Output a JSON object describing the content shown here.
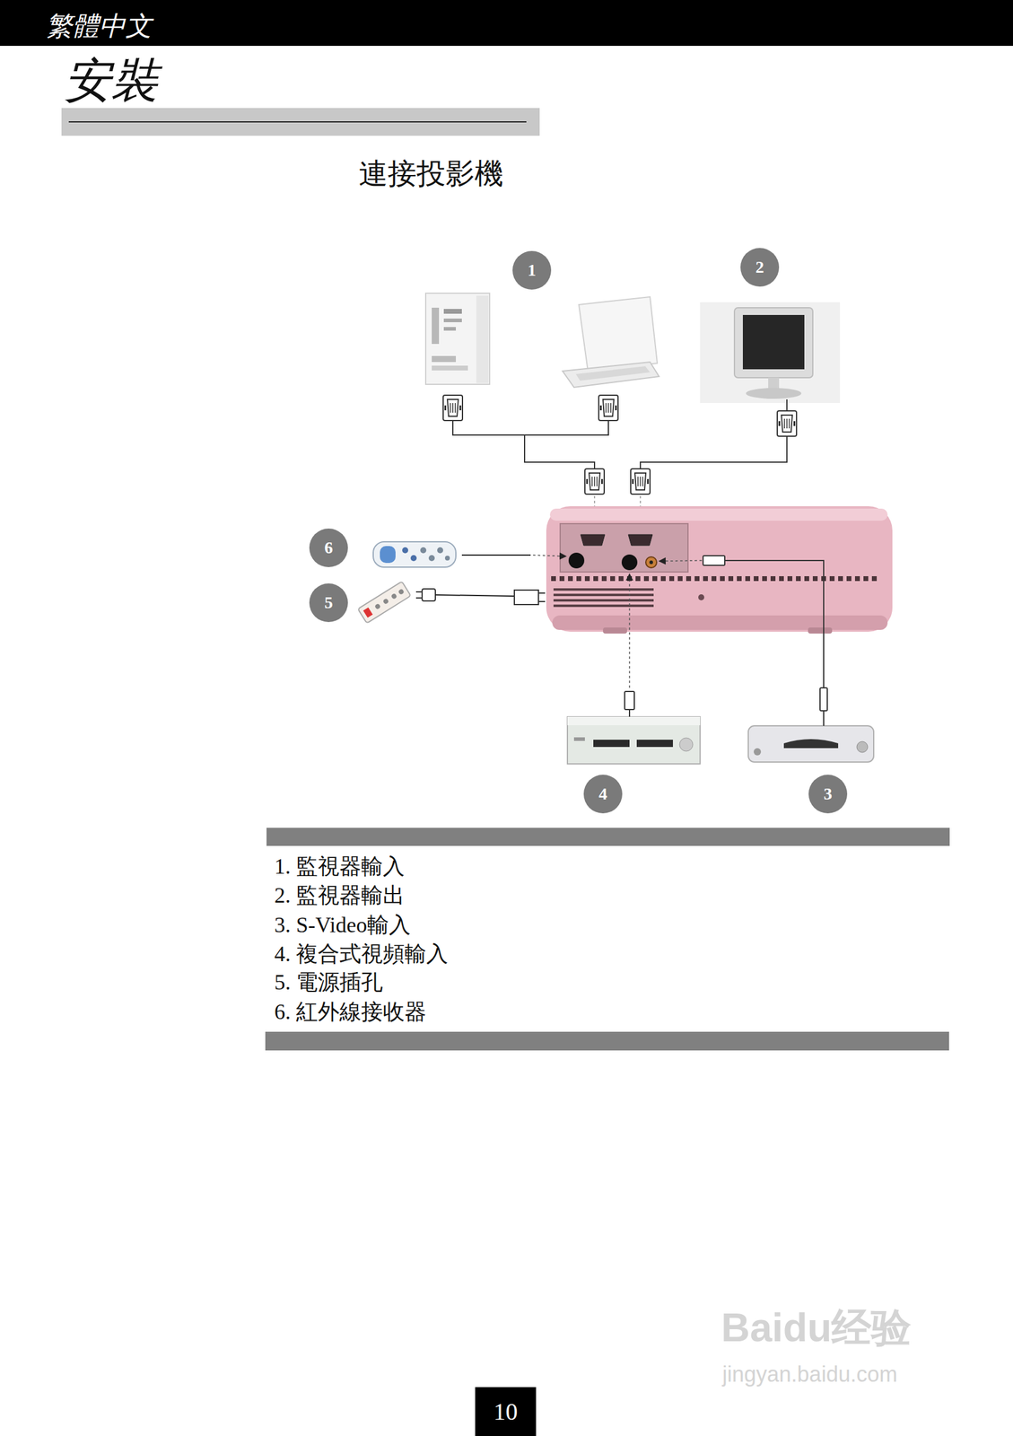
{
  "diagram": {
    "title": "連接投影機",
    "nodes": [
      {
        "text": [
          "繁體中文"
        ]
      },
      {
        "text": [
          "1"
        ]
      },
      {
        "text": [
          "2"
        ]
      },
      {
        "text": [
          "6"
        ]
      },
      {
        "text": [
          "5"
        ]
      },
      {
        "text": [
          "4"
        ]
      },
      {
        "text": [
          "3"
        ]
      },
      {
        "text": [
          "10"
        ]
      }
    ],
    "labels": [
      "安裝",
      "1. 監視器輸入",
      "2. 監視器輸出",
      "3. S-Video輸入",
      "4. 複合式視頻輸入",
      "5. 電源插孔",
      "6. 紅外線接收器",
      "Baidu经验",
      "jingyan.baidu.com"
    ]
  }
}
